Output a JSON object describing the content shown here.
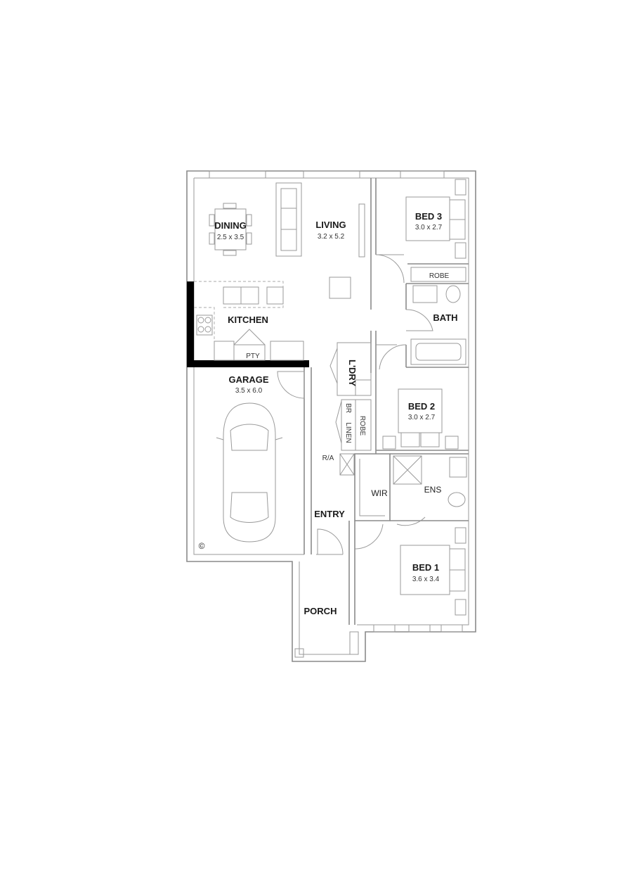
{
  "rooms": {
    "dining": {
      "name": "DINING",
      "size": "2.5 x 3.5"
    },
    "living": {
      "name": "LIVING",
      "size": "3.2 x 5.2"
    },
    "bed3": {
      "name": "BED 3",
      "size": "3.0 x 2.7"
    },
    "kitchen": {
      "name": "KITCHEN"
    },
    "bath": {
      "name": "BATH"
    },
    "garage": {
      "name": "GARAGE",
      "size": "3.5 x 6.0"
    },
    "laundry": {
      "name": "L'DRY"
    },
    "bed2": {
      "name": "BED 2",
      "size": "3.0 x 2.7"
    },
    "wir": {
      "name": "WIR"
    },
    "ens": {
      "name": "ENS"
    },
    "entry": {
      "name": "ENTRY"
    },
    "bed1": {
      "name": "BED 1",
      "size": "3.6 x 3.4"
    },
    "porch": {
      "name": "PORCH"
    }
  },
  "fixtures": {
    "pantry": "PTY",
    "robe_bed3": "ROBE",
    "robe_bed2": "ROBE",
    "broom": "BR",
    "linen": "LINEN",
    "return_air": "R/A",
    "copyright": "©"
  },
  "icons": [
    "car-icon",
    "door-swing-icon",
    "toilet-icon",
    "sink-icon",
    "bathtub-icon",
    "shower-icon",
    "cooktop-icon",
    "bed-icon",
    "sofa-icon",
    "dining-table-icon"
  ]
}
